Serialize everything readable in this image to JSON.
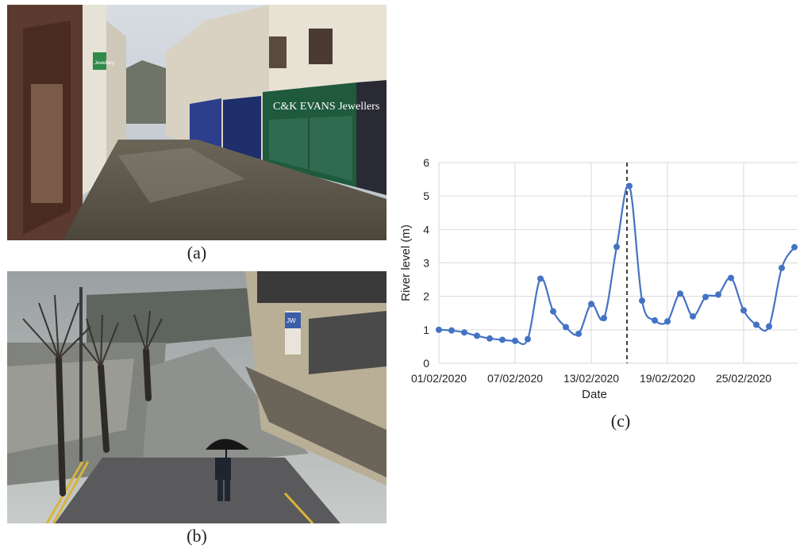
{
  "photo_a": {
    "caption": "(a)",
    "shop_sign": "C&K EVANS Jewellers",
    "side_sign": "Jewellery"
  },
  "photo_b": {
    "caption": "(b)",
    "sign": "JW"
  },
  "chart_caption": "(c)",
  "colors": {
    "series": "#4472C4",
    "grid": "#d9d9d9",
    "marker_line": "#000000"
  },
  "chart_data": {
    "type": "line",
    "title": "",
    "xlabel": "Date",
    "ylabel": "River level (m)",
    "ylim": [
      0,
      6
    ],
    "yticks": [
      0,
      1,
      2,
      3,
      4,
      5,
      6
    ],
    "grid": true,
    "xticks": [
      "01/02/2020",
      "07/02/2020",
      "13/02/2020",
      "19/02/2020",
      "25/02/2020"
    ],
    "x": [
      "01/02/2020",
      "02/02/2020",
      "03/02/2020",
      "04/02/2020",
      "05/02/2020",
      "06/02/2020",
      "07/02/2020",
      "08/02/2020",
      "09/02/2020",
      "10/02/2020",
      "11/02/2020",
      "12/02/2020",
      "13/02/2020",
      "14/02/2020",
      "15/02/2020",
      "16/02/2020",
      "17/02/2020",
      "18/02/2020",
      "19/02/2020",
      "20/02/2020",
      "21/02/2020",
      "22/02/2020",
      "23/02/2020",
      "24/02/2020",
      "25/02/2020",
      "26/02/2020",
      "27/02/2020",
      "28/02/2020",
      "29/02/2020"
    ],
    "series": [
      {
        "values": [
          1.0,
          0.98,
          0.92,
          0.82,
          0.74,
          0.7,
          0.67,
          0.72,
          2.53,
          1.55,
          1.08,
          0.88,
          1.77,
          1.35,
          3.48,
          5.3,
          1.87,
          1.28,
          1.25,
          2.08,
          1.4,
          1.98,
          2.05,
          2.55,
          1.58,
          1.15,
          1.1,
          2.85,
          3.47
        ]
      }
    ],
    "vline": {
      "x": "16/02/2020",
      "style": "dashed"
    }
  }
}
